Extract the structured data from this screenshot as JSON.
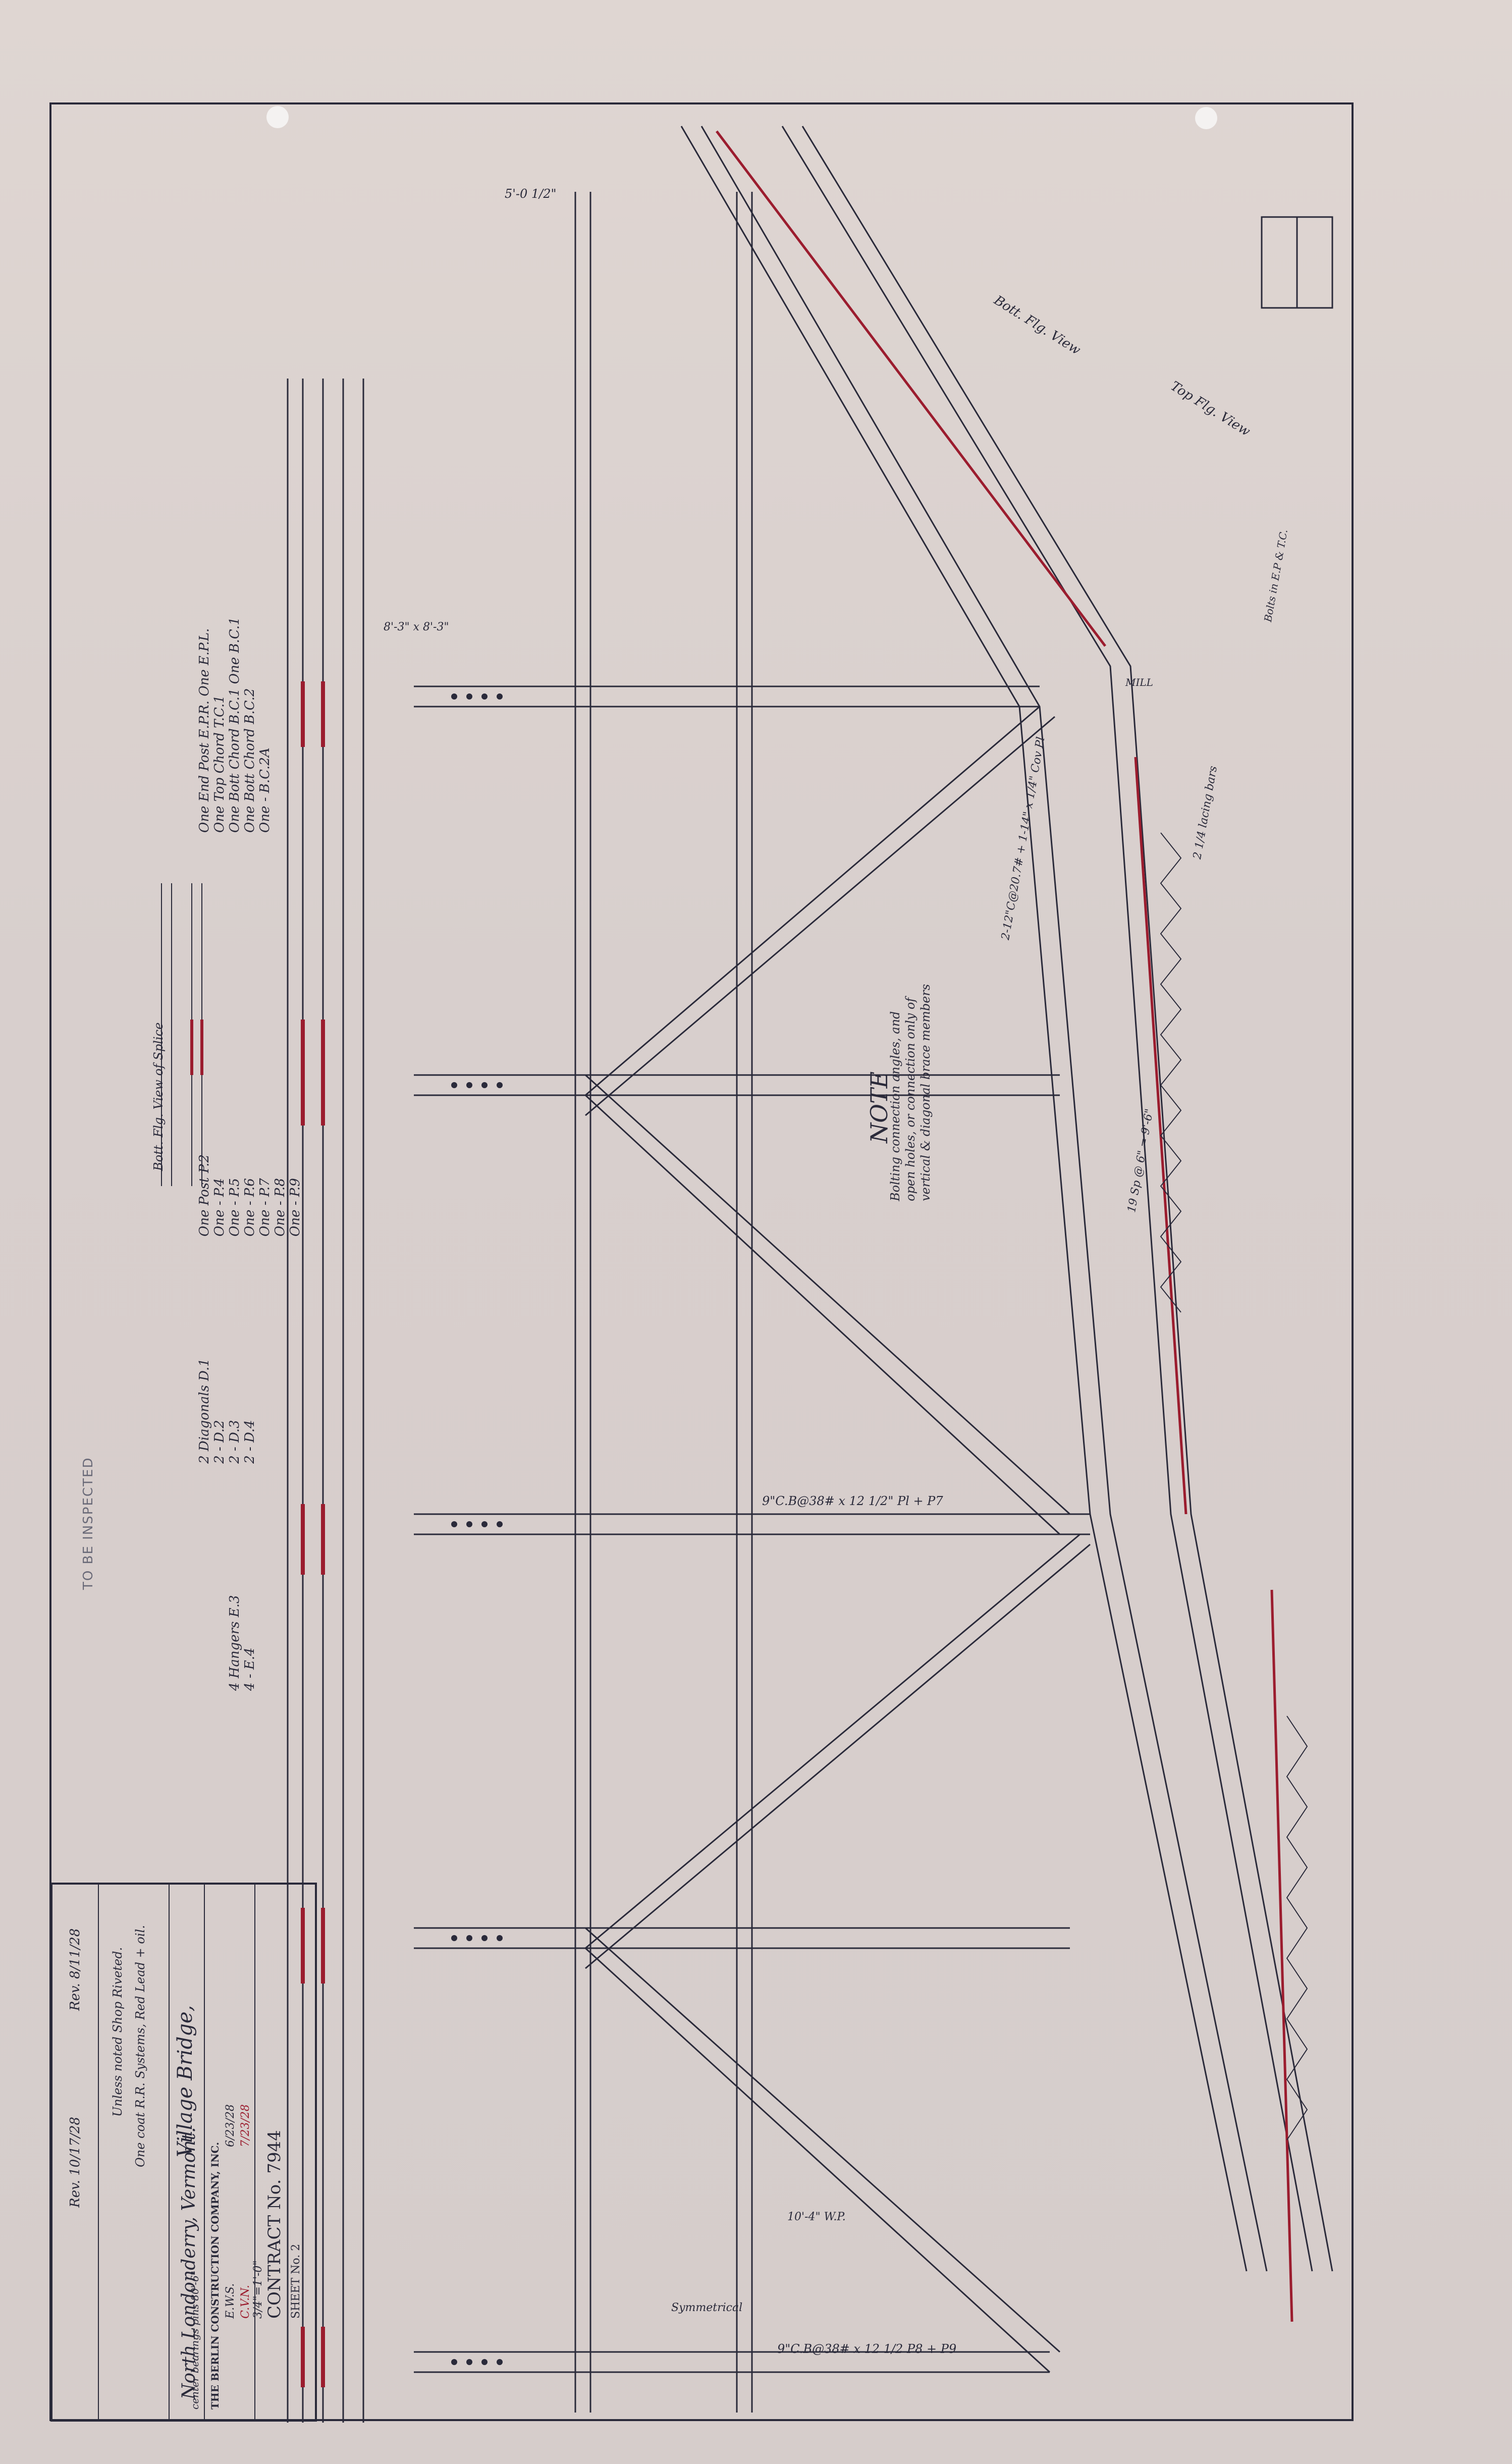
{
  "title_block": {
    "company": "THE BERLIN CONSTRUCTION COMPANY, INC.",
    "drawn_by": "E.W.S.",
    "date": "6/23/28",
    "checked_by": "C.V.N.",
    "checked_date": "7/23/28",
    "scale": "3/4\"=1'-0\"",
    "contract": "CONTRACT No. 7944",
    "sheet": "SHEET No. 2",
    "project": "Village Bridge,",
    "location": "North Londonderry, Vermont.",
    "span_note": "center bearings pins 80'-6\"",
    "shop_note": "Unless noted Shop Riveted.",
    "paint": "One coat R.R. Systems, Red Lead + oil.",
    "rev1": "Rev. 8/11/28",
    "rev2": "Rev. 10/17/28"
  },
  "stamp": "TO BE INSPECTED",
  "note": {
    "heading": "NOTE",
    "lines": [
      "Bolting connection angles, and",
      "open holes, or connection only of",
      "vertical & diagonal brace members"
    ]
  },
  "schedule": [
    "One End Post E.P.R. One E.P.L.",
    "One Top Chord T.C.1",
    "One Bott Chord B.C.1 One B.C.1",
    "One Bott Chord B.C.2",
    "One - B.C.2A",
    "One Post P.2",
    "One - P.4",
    "One - P.5",
    "One - P.6",
    "One - P.7",
    "One - P.8",
    "One - P.9",
    "2 Diagonals D.1",
    "2 - D.2",
    "2 - D.3",
    "2 - D.4",
    "4 Hangers E.3",
    "4 - E.4"
  ],
  "labels": {
    "top_flg_view": "Top Flg. View",
    "bott_flg_view": "Bott. Flg. View",
    "bott_flg_view_of_splice": "Bott. Flg. View of Splice",
    "symmetrical": "Symmetrical",
    "lacing_bars": "2 1/4 lacing bars",
    "mill": "MILL",
    "hanger_span": "8'-3\" x 8'-3\"",
    "pin_plates": "9\"C.B@38# x 12 1/2\" Pl + P7",
    "bottom_dim": "9\"C.B@38# x 12 1/2 P8 + P9",
    "wp_10_4": "10'-4\" W.P.",
    "dim_5_0_half": "5'-0 1/2\"",
    "top_chord_note": "2-12\"C@20.7# + 1-14\" x 1/4\" Cov Pl",
    "lacing_spacing": "19 Sp @ 6\" = 9'-6\"",
    "bolts_note": "Bolts in E.P & T.C."
  },
  "colors": {
    "ink": "#2a2a3a",
    "red_ink": "#9b1c2e",
    "paper": "#dcd3cf"
  }
}
